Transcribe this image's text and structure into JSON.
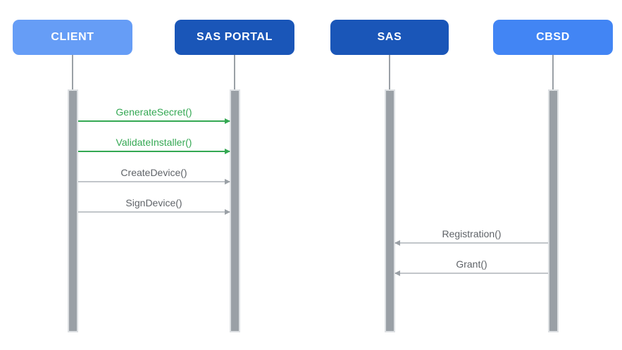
{
  "diagram": {
    "type": "sequence-diagram",
    "actors": [
      {
        "id": "client",
        "label": "CLIENT",
        "color": "#669DF6"
      },
      {
        "id": "sas-portal",
        "label": "SAS PORTAL",
        "color": "#1A56B8"
      },
      {
        "id": "sas",
        "label": "SAS",
        "color": "#1A56B8"
      },
      {
        "id": "cbsd",
        "label": "CBSD",
        "color": "#4285F4"
      }
    ],
    "messages": [
      {
        "label": "GenerateSecret()",
        "from": "CLIENT",
        "to": "SAS PORTAL",
        "direction": "right",
        "color": "#34A853"
      },
      {
        "label": "ValidateInstaller()",
        "from": "CLIENT",
        "to": "SAS PORTAL",
        "direction": "right",
        "color": "#34A853"
      },
      {
        "label": "CreateDevice()",
        "from": "CLIENT",
        "to": "SAS PORTAL",
        "direction": "right",
        "color": "#5F6368"
      },
      {
        "label": "SignDevice()",
        "from": "CLIENT",
        "to": "SAS PORTAL",
        "direction": "right",
        "color": "#5F6368"
      },
      {
        "label": "Registration()",
        "from": "CBSD",
        "to": "SAS",
        "direction": "left",
        "color": "#5F6368"
      },
      {
        "label": "Grant()",
        "from": "CBSD",
        "to": "SAS",
        "direction": "left",
        "color": "#5F6368"
      }
    ],
    "colors": {
      "background": "#FFFFFF",
      "actor_text": "#FFFFFF",
      "lifeline": "#9AA0A6",
      "activation_fill": "#9AA0A6",
      "activation_border": "#DDE0E3",
      "green_message": "#34A853",
      "gray_message_text": "#5F6368",
      "gray_message_line": "#C2C6CA"
    }
  }
}
